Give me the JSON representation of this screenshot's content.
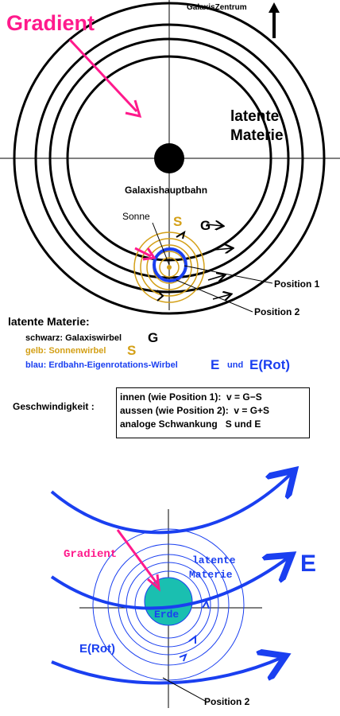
{
  "top": {
    "gradient_label": "Gradient",
    "galaxy_center_label": "GalaxisZentrum",
    "latent_line1": "latente",
    "latent_line2": "Materie",
    "galaxy_orbit_label": "Galaxishauptbahn",
    "sun_label": "Sonne",
    "s_label": "S",
    "g_label": "G",
    "position1_label": "Position 1",
    "position2_label": "Position 2"
  },
  "legend": {
    "title": "latente Materie:",
    "black_line": "schwarz: Galaxiswirbel",
    "black_letter": "G",
    "yellow_line": "gelb: Sonnenwirbel",
    "yellow_letter": "S",
    "blue_line": "blau: Erdbahn-Eigenrotations-Wirbel",
    "blue_letter_e": "E",
    "blue_und": "und",
    "blue_letter_erot": "E(Rot)"
  },
  "speed": {
    "label": "Geschwindigkeit :",
    "line1": "innen (wie Position 1):  v = G−S",
    "line2": "aussen (wie Position 2):  v = G+S",
    "line3": "analoge Schwankung   S und E"
  },
  "bottom": {
    "gradient_label": "Gradient",
    "latent_line1": "latente",
    "latent_line2": "Materie",
    "e_label": "E",
    "earth_label": "Erde",
    "erot_label": "E(Rot)",
    "position2_label": "Position 2"
  },
  "colors": {
    "black": "#000000",
    "magenta": "#ff1a8c",
    "gold": "#d4a017",
    "blue": "#1a3ff0",
    "earth": "#1abfb0"
  },
  "icons": {
    "up_arrow": "arrow-up-icon"
  }
}
